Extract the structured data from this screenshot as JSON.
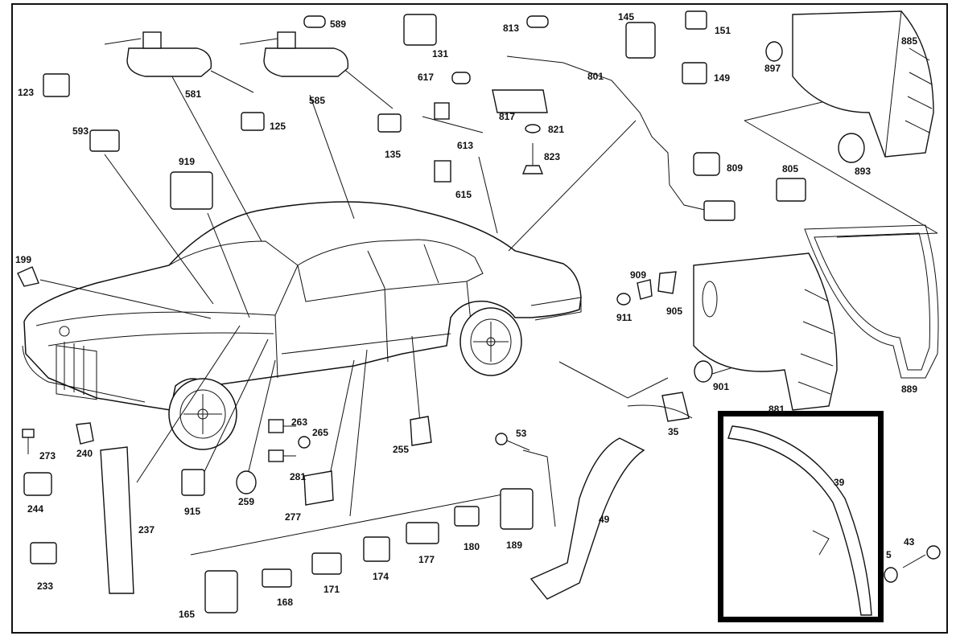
{
  "callouts": {
    "c589": "589",
    "c813": "813",
    "c145": "145",
    "c151": "151",
    "c885": "885",
    "c131": "131",
    "c617": "617",
    "c801": "801",
    "c897": "897",
    "c149": "149",
    "c123": "123",
    "c581": "581",
    "c585": "585",
    "c125": "125",
    "c135": "135",
    "c817": "817",
    "c821": "821",
    "c613": "613",
    "c823": "823",
    "c593": "593",
    "c809": "809",
    "c893": "893",
    "c805": "805",
    "c919": "919",
    "c615": "615",
    "c199": "199",
    "c909": "909",
    "c911": "911",
    "c905": "905",
    "c901": "901",
    "c881": "881",
    "c889": "889",
    "c263": "263",
    "c265": "265",
    "c35": "35",
    "c273": "273",
    "c240": "240",
    "c255": "255",
    "c53": "53",
    "c39": "39",
    "c244": "244",
    "c281": "281",
    "c915": "915",
    "c259": "259",
    "c277": "277",
    "c237": "237",
    "c189": "189",
    "c49": "49",
    "c43": "43",
    "c5": "5",
    "c180": "180",
    "c177": "177",
    "c174": "174",
    "c171": "171",
    "c168": "168",
    "c165": "165",
    "c233": "233"
  },
  "highlight": {
    "part": "39"
  }
}
